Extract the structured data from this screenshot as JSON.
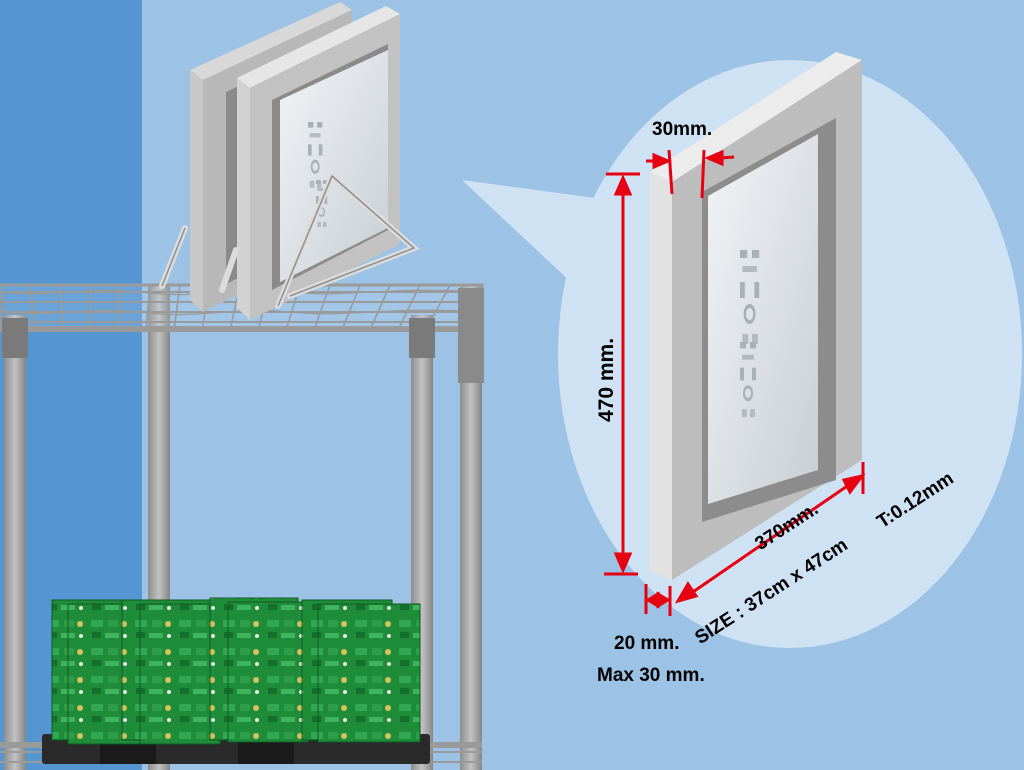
{
  "colors": {
    "background_left": "#5596d2",
    "background_right": "#9cc3e6",
    "callout_bubble": "#cfe2f3",
    "stencil_frame": "#c0c0c0",
    "stencil_frame_inner": "#8a8a8a",
    "stencil_sheet": "#e4e7ea",
    "shelf_metal": "#9a9a9a",
    "pcb_green": "#1f8c3a",
    "pallet": "#2a2a2a",
    "dimension_line": "#e60012",
    "label_text": "#000000"
  },
  "labels": {
    "frame_width": "30mm.",
    "height": "470 mm.",
    "width": "370mm.",
    "size": "SIZE : 37cm x 47cm",
    "thickness": "T:0.12mm",
    "frame_depth": "20 mm.",
    "frame_depth_max": "Max 30 mm."
  }
}
